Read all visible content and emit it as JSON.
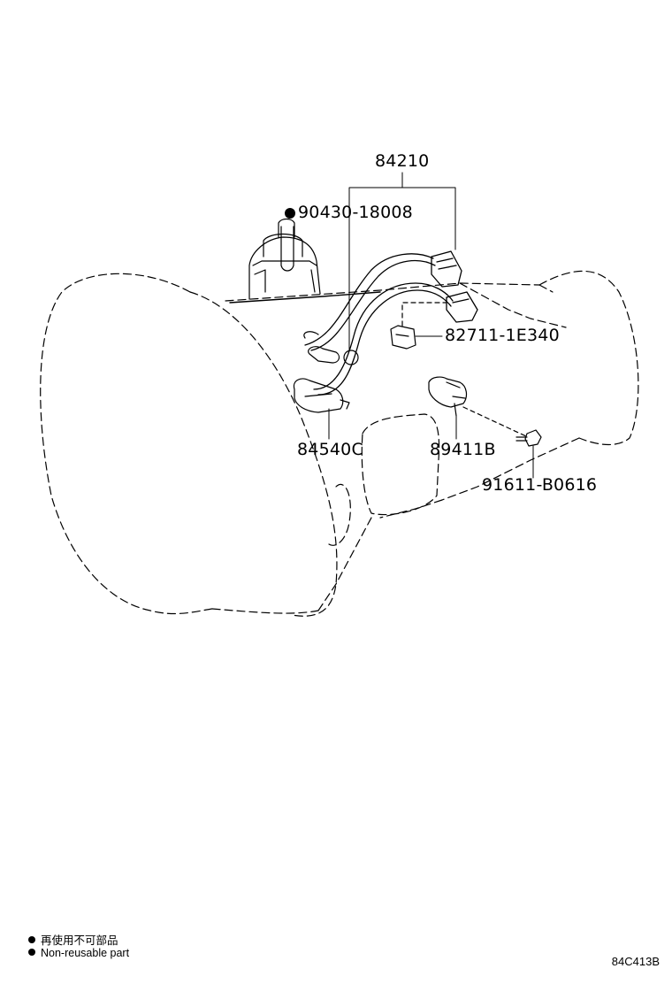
{
  "labels": {
    "harness": "84210",
    "gasket": "90430-18008",
    "clamp": "82711-1E340",
    "neutral_switch": "84540C",
    "speed_sensor": "89411B",
    "bolt": "91611-B0616"
  },
  "legend": {
    "japanese": "再使用不可部品",
    "english": "Non-reusable part"
  },
  "diagram_code": "84C413B"
}
